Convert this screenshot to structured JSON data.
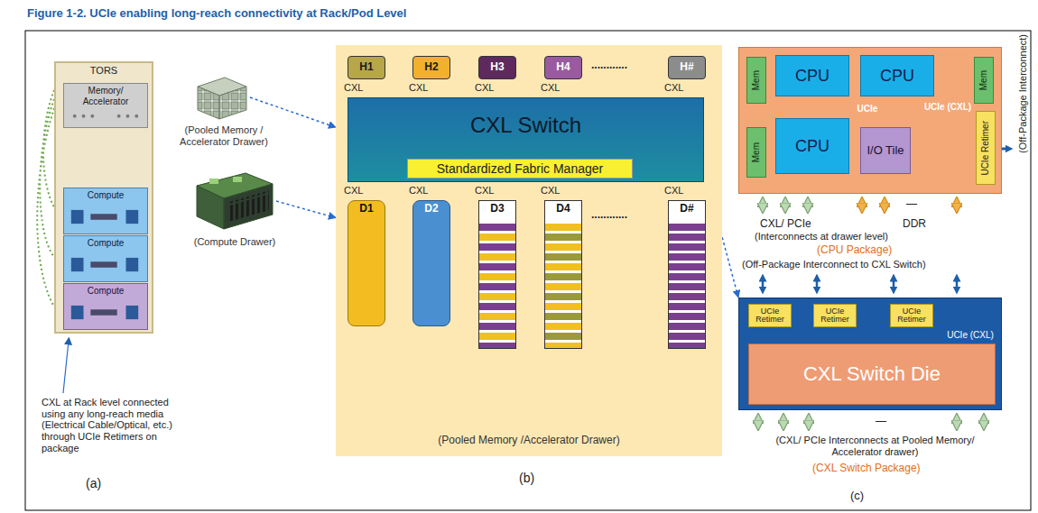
{
  "diagram": {
    "title": "Figure 1-2. UCIe enabling long-reach connectivity at Rack/Pod Level",
    "nodes": [
      {
        "text": [
          "TORS"
        ]
      },
      {
        "text": [
          "Memory/ Accelerator"
        ],
        "in": 0
      },
      {
        "text": [
          "Compute"
        ],
        "in": 0
      },
      {
        "text": [
          "Compute"
        ],
        "in": 0
      },
      {
        "text": [
          "Compute"
        ],
        "in": 0
      },
      {
        "text": [
          "(Pooled Memory / Accelerator Drawer)"
        ]
      },
      {
        "text": [
          "(Compute Drawer)"
        ]
      },
      {
        "text": [
          "(Pooled Memory /Accelerator Drawer)"
        ]
      },
      {
        "text": [
          "H1"
        ],
        "in": 7
      },
      {
        "text": [
          "H2"
        ],
        "in": 7
      },
      {
        "text": [
          "H3"
        ],
        "in": 7
      },
      {
        "text": [
          "H4"
        ],
        "in": 7
      },
      {
        "text": [
          "H#"
        ],
        "in": 7
      },
      {
        "text": [
          "CXL Switch"
        ],
        "in": 7
      },
      {
        "text": [
          "Standardized Fabric Manager"
        ],
        "in": 13
      },
      {
        "text": [
          "D1"
        ],
        "in": 7
      },
      {
        "text": [
          "D2"
        ],
        "in": 7
      },
      {
        "text": [
          "D3"
        ],
        "in": 7
      },
      {
        "text": [
          "D4"
        ],
        "in": 7
      },
      {
        "text": [
          "D#"
        ],
        "in": 7
      },
      {
        "text": [
          "UCIe",
          "UCIe (CXL)"
        ]
      },
      {
        "text": [
          "Mem"
        ],
        "in": 20
      },
      {
        "text": [
          "CPU"
        ],
        "in": 20
      },
      {
        "text": [
          "CPU"
        ],
        "in": 20
      },
      {
        "text": [
          "Mem"
        ],
        "in": 20
      },
      {
        "text": [
          "Mem"
        ],
        "in": 20
      },
      {
        "text": [
          "CPU"
        ],
        "in": 20
      },
      {
        "text": [
          "I/O Tile"
        ],
        "in": 20
      },
      {
        "text": [
          "UCIe Retimer"
        ],
        "in": 20
      },
      {
        "text": [
          "UCIe (CXL)"
        ]
      },
      {
        "text": [
          "UCIe Retimer"
        ],
        "in": 29
      },
      {
        "text": [
          "UCIe Retimer"
        ],
        "in": 29
      },
      {
        "text": [
          "UCIe Retimer"
        ],
        "in": 29
      },
      {
        "text": [
          "CXL Switch Die"
        ],
        "in": 29
      }
    ],
    "edges": [
      {
        "from": 8,
        "to": 13,
        "label": "CXL",
        "arrow": "none"
      },
      {
        "from": 9,
        "to": 13,
        "label": "CXL",
        "arrow": "none"
      },
      {
        "from": 10,
        "to": 13,
        "label": "CXL",
        "arrow": "none"
      },
      {
        "from": 11,
        "to": 13,
        "label": "CXL",
        "arrow": "none"
      },
      {
        "from": 12,
        "to": 13,
        "label": "CXL",
        "arrow": "none"
      },
      {
        "from": 15,
        "to": 13,
        "label": "CXL",
        "arrow": "none"
      },
      {
        "from": 16,
        "to": 13,
        "label": "CXL",
        "arrow": "none"
      },
      {
        "from": 17,
        "to": 13,
        "label": "CXL",
        "arrow": "none"
      },
      {
        "from": 18,
        "to": 13,
        "label": "CXL",
        "arrow": "none"
      },
      {
        "from": 19,
        "to": 13,
        "label": "CXL",
        "arrow": "none"
      },
      {
        "from": 5,
        "to": 7,
        "arrow": "to"
      },
      {
        "from": 6,
        "to": 7,
        "arrow": "to"
      },
      {
        "from": 13,
        "to": 29,
        "arrow": "to"
      },
      {
        "from": 22,
        "to": 23,
        "arrow": "none"
      },
      {
        "from": 22,
        "to": 26,
        "arrow": "none"
      },
      {
        "from": 26,
        "to": 27,
        "arrow": "none"
      },
      {
        "from": 23,
        "to": 27,
        "arrow": "none"
      },
      {
        "from": 27,
        "to": 28,
        "arrow": "none"
      },
      {
        "from": 30,
        "to": 33,
        "arrow": "none"
      },
      {
        "from": 31,
        "to": 33,
        "arrow": "none"
      },
      {
        "from": 32,
        "to": 33,
        "arrow": "none"
      }
    ],
    "labels": [
      "CXL at Rack level connected using any long-reach media (Electrical Cable/Optical, etc.) through UCIe Retimers on package",
      "(a)",
      "............",
      "............",
      "(b)",
      "CXL/ PCIe",
      "(Interconnects at drawer level)",
      "DDR",
      "(CPU Package)",
      "(Off-Package Interconnect to CXL Switch)",
      "(Off-Package Interconnect)",
      "(CXL/ PCIe Interconnects at Pooled Memory/ Accelerator drawer)",
      "(CXL Switch Package)",
      "(c)",
      "—",
      "—"
    ]
  }
}
